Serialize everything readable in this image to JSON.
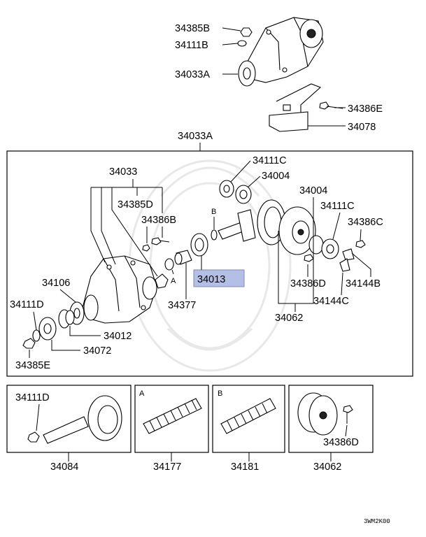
{
  "diagram": {
    "labels": {
      "p34385B": "34385B",
      "p34111B": "34111B",
      "p34033A_top": "34033A",
      "p34386E": "34386E",
      "p34078": "34078",
      "p34033A_box": "34033A",
      "p34033": "34033",
      "p34385D": "34385D",
      "p34386B": "34386B",
      "p34111C_a": "34111C",
      "p34004_a": "34004",
      "p34004_b": "34004",
      "p34111C_b": "34111C",
      "p34386C": "34386C",
      "p34013": "34013",
      "p34106": "34106",
      "p34111D": "34111D",
      "p34012": "34012",
      "p34072": "34072",
      "p34385E": "34385E",
      "p34377": "34377",
      "p34386D": "34386D",
      "p34144B": "34144B",
      "p34144C": "34144C",
      "p34062": "34062",
      "markA": "A",
      "markB": "B"
    },
    "bottom": {
      "p34111D": "34111D",
      "p34084": "34084",
      "markA": "A",
      "p34177": "34177",
      "markB": "B",
      "p34181": "34181",
      "p34386D": "34386D",
      "p34062": "34062"
    },
    "highlight_color": "#b4bfe6",
    "figure_code": "3WM2K00"
  }
}
